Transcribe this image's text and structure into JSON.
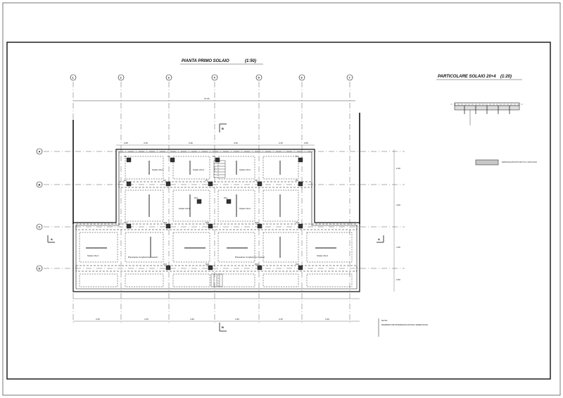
{
  "drawing": {
    "plan_title": "PIANTA PRIMO SOLAIO",
    "plan_scale": "(1:50)",
    "detail_title": "PARTICOLARE SOLAIO 20+4",
    "detail_scale": "(1:20)",
    "section_a_left": "A",
    "section_a_right": "A",
    "section_b_top": "B",
    "section_b_bottom": "B",
    "overall_dim": "27.00",
    "legend_text": "ARMATURA AGGIUNTIVA SOTTO GETTO IN C.A. GETTO E SOLAIO",
    "note_title": "NOTA:",
    "note_text": "RIFERIMENTI PER INFORMAZIONI E DETTAGLI VEDERE TAVOLE",
    "column_axis_labels": [
      "1",
      "2",
      "3",
      "4",
      "5",
      "6",
      "7"
    ],
    "row_axis_labels": [
      "A",
      "B",
      "C",
      "D"
    ],
    "column_labels": [
      "P1",
      "P2",
      "P3",
      "P4",
      "P5",
      "P6",
      "P7",
      "P8",
      "P9",
      "P10",
      "P11",
      "P12",
      "P13",
      "P14",
      "P15",
      "P16",
      "P17",
      "P18",
      "P19",
      "P20"
    ],
    "bottom_dims": [
      "3.40",
      "4.15",
      "4.30",
      "4.30",
      "4.15",
      "3.40"
    ],
    "top_dims": [
      "2.65",
      "4.15",
      "4.30",
      "4.30",
      "4.15",
      "2.65"
    ],
    "right_dims": [
      "2.40",
      "4.00",
      "4.45",
      "2.50"
    ],
    "slab_label": "Solaio 20+4",
    "annotation_1": "Passante lunghezza travetti",
    "annotation_2": "Passante lunghezza travetti"
  },
  "colors": {
    "line": "#111111",
    "hatch": "#999999",
    "legend_fill": "#c8c8c8"
  }
}
